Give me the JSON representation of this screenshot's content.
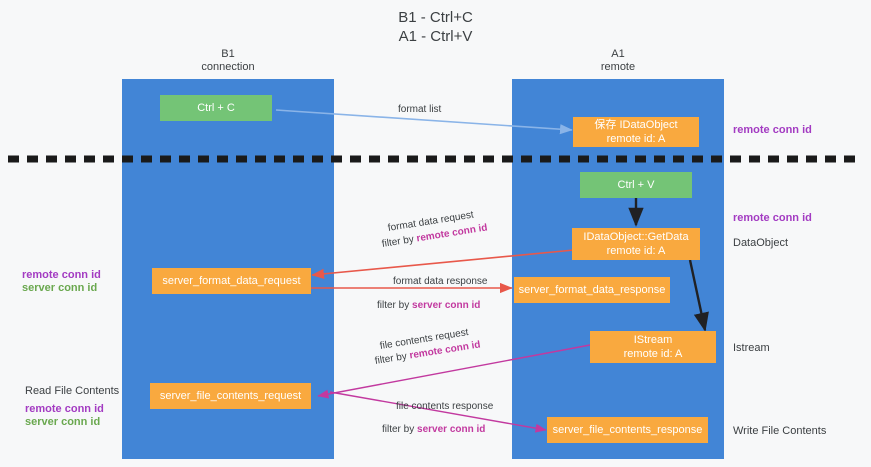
{
  "diagram": {
    "title_line1": "B1 - Ctrl+C",
    "title_line2": "A1 - Ctrl+V",
    "columns": [
      {
        "name": "B1",
        "role": "connection"
      },
      {
        "name": "A1",
        "role": "remote"
      }
    ],
    "colors": {
      "lane": "#4285d6",
      "green_box": "#74c476",
      "orange_box": "#f9a93f",
      "remote_conn_id": "#a33bc2",
      "server_conn_id": "#6aa84f",
      "server_conn_id_inline": "#c2399f",
      "divider": "#1a1a1a",
      "arrow_blue": "#8ab4e8",
      "arrow_red": "#e8584a",
      "arrow_magenta": "#c2399f",
      "arrow_black": "#202124"
    },
    "boxes": {
      "ctrl_c": "Ctrl + C",
      "ctrl_v": "Ctrl + V",
      "save_idataobject_l1": "保存 IDataObject",
      "save_idataobject_l2": "remote id: A",
      "getdata_l1": "IDataObject::GetData",
      "getdata_l2": "remote id: A",
      "istream_l1": "IStream",
      "istream_l2": "remote id: A",
      "server_format_data_request": "server_format_data_request",
      "server_format_data_response": "server_format_data_response",
      "server_file_contents_request": "server_file_contents_request",
      "server_file_contents_response": "server_file_contents_response"
    },
    "mid_labels": {
      "format_list": "format list",
      "format_data_request": "format data request",
      "format_data_request_filter_prefix": "filter by ",
      "format_data_request_filter_value": "remote conn id",
      "format_data_response": "format data response",
      "format_data_response_filter_prefix": "filter by ",
      "format_data_response_filter_value": "server conn id",
      "file_contents_request": "file contents request",
      "file_contents_request_filter_prefix": "filter by ",
      "file_contents_request_filter_value": "remote conn id",
      "file_contents_response": "file contents response",
      "file_contents_response_filter_prefix": "filter by ",
      "file_contents_response_filter_value": "server conn id"
    },
    "right_labels": {
      "remote_conn_id_top": "remote conn id",
      "remote_conn_id_mid": "remote conn id",
      "dataobject": "DataObject",
      "istream": "Istream",
      "write_file_contents": "Write File Contents"
    },
    "left_labels": {
      "remote_conn_id_mid": "remote conn id",
      "server_conn_id_mid": "server conn id",
      "read_file_contents": "Read File Contents",
      "remote_conn_id_bottom": "remote conn id",
      "server_conn_id_bottom": "server conn id"
    }
  }
}
